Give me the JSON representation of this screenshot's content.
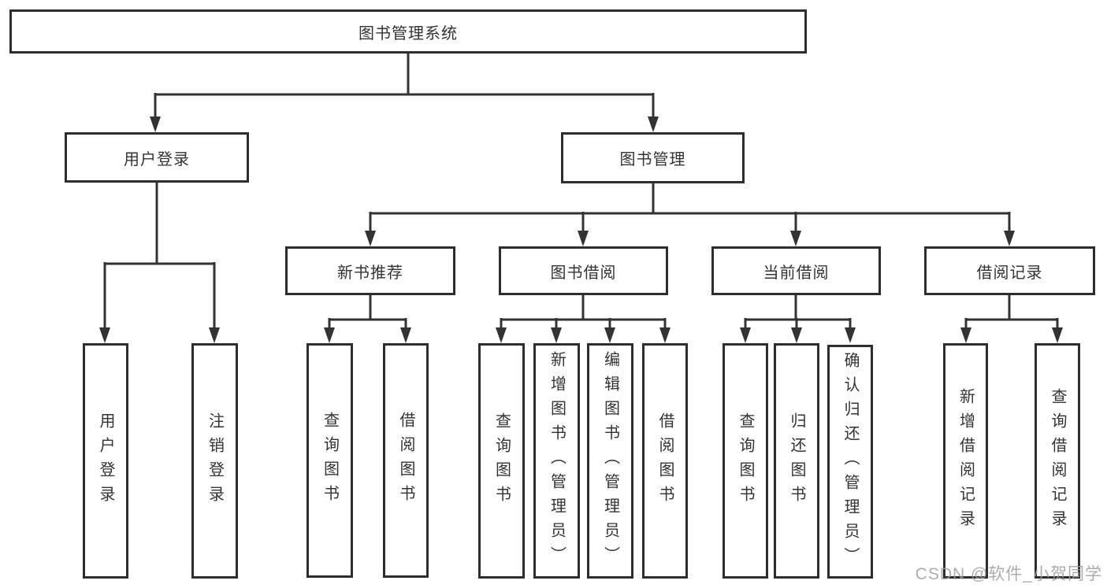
{
  "diagram": {
    "type": "tree",
    "root": "图书管理系统",
    "level1": [
      "用户登录",
      "图书管理"
    ],
    "level2": [
      "新书推荐",
      "图书借阅",
      "当前借阅",
      "借阅记录"
    ],
    "leaves": [
      "用户登录",
      "注销登录",
      "查询图书",
      "借阅图书",
      "查询图书",
      "新增图书（管理员）",
      "编辑图书（管理员）",
      "借阅图书",
      "查询图书",
      "归还图书",
      "确认归还（管理员）",
      "新增借阅记录",
      "查询借阅记录"
    ],
    "hierarchy": {
      "图书管理系统": [
        "用户登录",
        "图书管理"
      ],
      "用户登录": [
        "用户登录",
        "注销登录"
      ],
      "图书管理": [
        "新书推荐",
        "图书借阅",
        "当前借阅",
        "借阅记录"
      ],
      "新书推荐": [
        "查询图书",
        "借阅图书"
      ],
      "图书借阅": [
        "查询图书",
        "新增图书（管理员）",
        "编辑图书（管理员）",
        "借阅图书"
      ],
      "当前借阅": [
        "查询图书",
        "归还图书",
        "确认归还（管理员）"
      ],
      "借阅记录": [
        "新增借阅记录",
        "查询借阅记录"
      ]
    }
  },
  "watermark": "CSDN @软件_小贺同学",
  "colors": {
    "line": "#333333",
    "border": "#2d2d2d",
    "text": "#333333",
    "background": "#ffffff",
    "watermark": "#9e9e9e"
  }
}
